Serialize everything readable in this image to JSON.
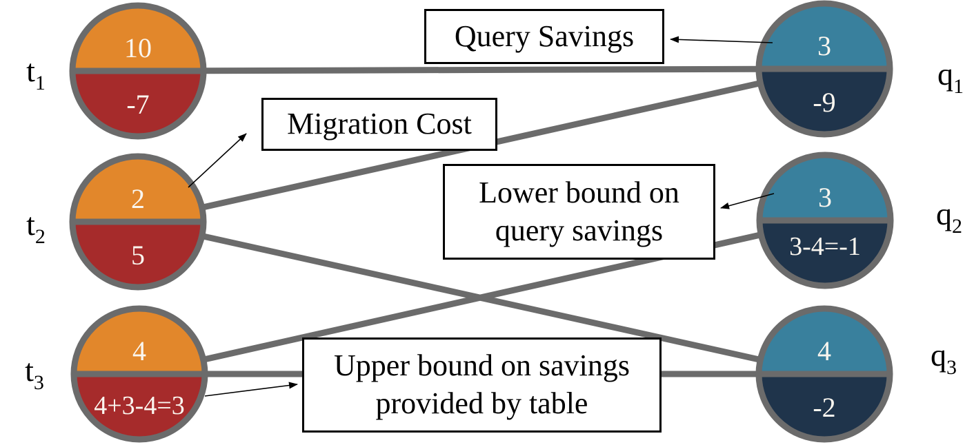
{
  "colors": {
    "table-top": "#E2872B",
    "table-bottom": "#A62B2B",
    "query-top": "#39809D",
    "query-bottom": "#1F344B",
    "edge-gray": "#6B6B6B",
    "node-text": "#FAF6EF",
    "annotation-border": "#000000",
    "annotation-bg": "#FFFFFF"
  },
  "nodes": {
    "t1": {
      "label_base": "t",
      "label_sub": "1",
      "top_value": "10",
      "bottom_value": "-7"
    },
    "t2": {
      "label_base": "t",
      "label_sub": "2",
      "top_value": "2",
      "bottom_value": "5"
    },
    "t3": {
      "label_base": "t",
      "label_sub": "3",
      "top_value": "4",
      "bottom_value": "4+3-4=3"
    },
    "q1": {
      "label_base": "q",
      "label_sub": "1",
      "top_value": "3",
      "bottom_value": "-9"
    },
    "q2": {
      "label_base": "q",
      "label_sub": "2",
      "top_value": "3",
      "bottom_value": "3-4=-1"
    },
    "q3": {
      "label_base": "q",
      "label_sub": "3",
      "top_value": "4",
      "bottom_value": "-2"
    }
  },
  "edges": [
    {
      "from": "t1",
      "to": "q1"
    },
    {
      "from": "t2",
      "to": "q1"
    },
    {
      "from": "t2",
      "to": "q3"
    },
    {
      "from": "t3",
      "to": "q2"
    },
    {
      "from": "t3",
      "to": "q3"
    }
  ],
  "annotations": {
    "query_savings": {
      "lines": [
        "Query Savings"
      ],
      "points_to": "q1-top-half"
    },
    "migration_cost": {
      "lines": [
        "Migration Cost"
      ],
      "points_to": "t2-top-half"
    },
    "lower_bound": {
      "lines": [
        "Lower bound on",
        "query savings"
      ],
      "points_to": "q2-top-half"
    },
    "upper_bound": {
      "lines": [
        "Upper bound on savings",
        "provided by table"
      ],
      "points_to": "t3-bottom-half"
    }
  }
}
